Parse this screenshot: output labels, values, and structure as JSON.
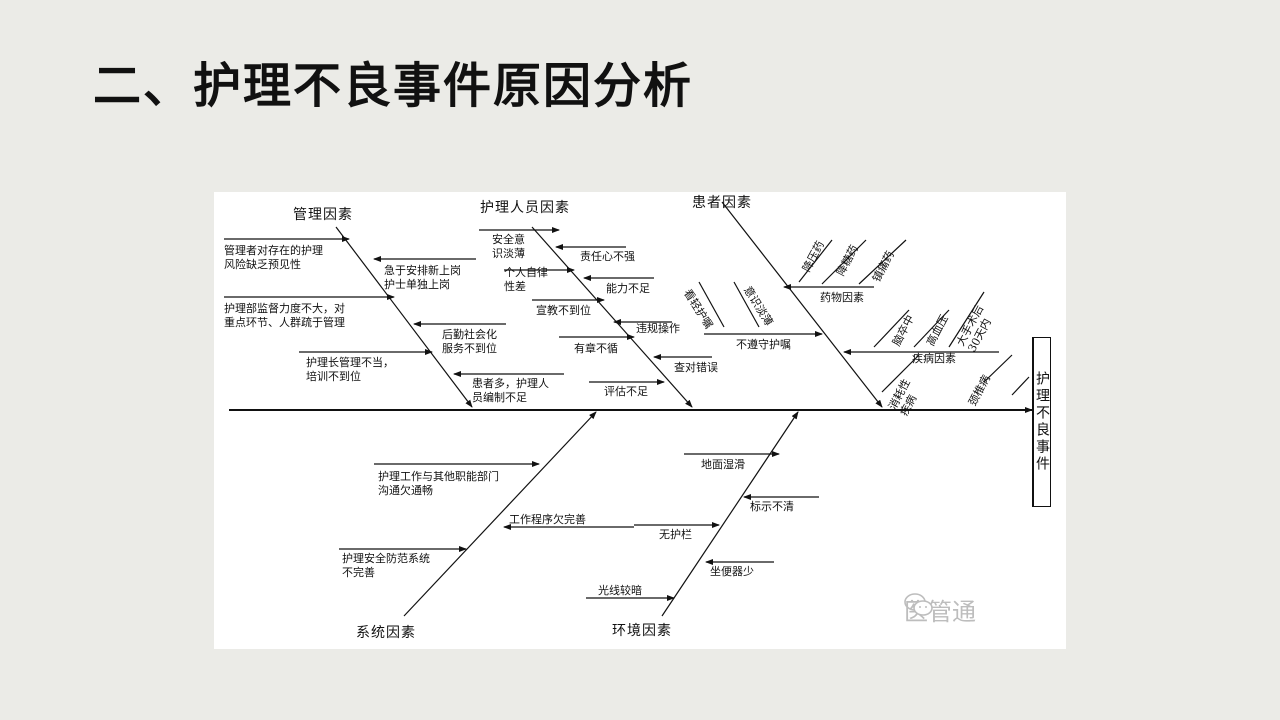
{
  "slide": {
    "title": "二、护理不良事件原因分析"
  },
  "effect": "护理不良事件",
  "categories": {
    "management": "管理因素",
    "nursing_staff": "护理人员因素",
    "patient": "患者因素",
    "system": "系统因素",
    "environment": "环境因素"
  },
  "causes": {
    "management": [
      "管理者对存在的护理\n风险缺乏预见性",
      "急于安排新上岗\n护士单独上岗",
      "护理部监督力度不大，对\n重点环节、人群疏于管理",
      "后勤社会化\n服务不到位",
      "护理长管理不当，\n培训不到位",
      "患者多，护理人\n员编制不足"
    ],
    "nursing_staff": [
      "安全意\n识淡薄",
      "责任心不强",
      "个人自律\n性差",
      "能力不足",
      "宣教不到位",
      "违规操作",
      "有章不循",
      "查对错误",
      "评估不足"
    ],
    "patient": {
      "drug": [
        "降压药",
        "降糖药",
        "镇痛药"
      ],
      "drug_factor": "药物因素",
      "non_compliance": [
        "看轻护嘱",
        "意识淡薄"
      ],
      "non_compliance_factor": "不遵守护嘱",
      "disease": [
        "脑卒中",
        "高血压",
        "大手术后\n30天内"
      ],
      "disease_factor": "疾病因素",
      "disease_lower": [
        "消耗性\n疾病",
        "颈椎病"
      ]
    },
    "system": [
      "护理工作与其他职能部门\n沟通欠通畅",
      "工作程序欠完善",
      "护理安全防范系统\n不完善"
    ],
    "environment": [
      "地面湿滑",
      "标示不清",
      "无护栏",
      "坐便器少",
      "光线较暗"
    ]
  },
  "watermark": {
    "text": "医管通",
    "icon": "wechat-icon"
  }
}
